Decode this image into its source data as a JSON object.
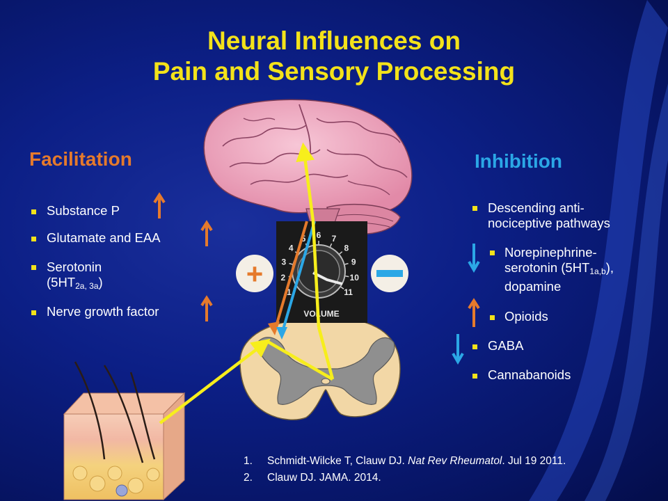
{
  "title": {
    "line1": "Neural Influences on",
    "line2": "Pain and Sensory Processing"
  },
  "facilitation": {
    "heading": "Facilitation",
    "items": [
      "Substance P",
      "Glutamate and EAA",
      "Serotonin",
      "(5HT",
      "2a, 3a",
      ")",
      "Nerve growth factor"
    ]
  },
  "inhibition": {
    "heading": "Inhibition",
    "items": [
      "Descending anti-",
      "nociceptive pathways",
      "Norepinephrine-",
      "serotonin (5HT",
      "1a,b",
      "),",
      "dopamine",
      "Opioids",
      "GABA",
      "Cannabanoids"
    ]
  },
  "center": {
    "plus": "+",
    "knob_label": "VOLUME",
    "dial_numbers": [
      "1",
      "2",
      "3",
      "4",
      "5",
      "6",
      "7",
      "8",
      "9",
      "10",
      "11"
    ]
  },
  "references": [
    {
      "num": "1.",
      "authors": "Schmidt-Wilcke T, Clauw DJ.  ",
      "journal": "Nat Rev Rheumatol",
      "rest": ". Jul 19 2011."
    },
    {
      "num": "2.",
      "authors": "Clauw DJ.  JAMA.  2014.",
      "journal": "",
      "rest": ""
    }
  ],
  "colors": {
    "title": "#f3e21a",
    "facilitation": "#e57a2c",
    "inhibition": "#2ba7e6",
    "arrow_up": "#e57a2c",
    "arrow_down": "#2ba7e6",
    "pathway": "#f7ee1c"
  }
}
